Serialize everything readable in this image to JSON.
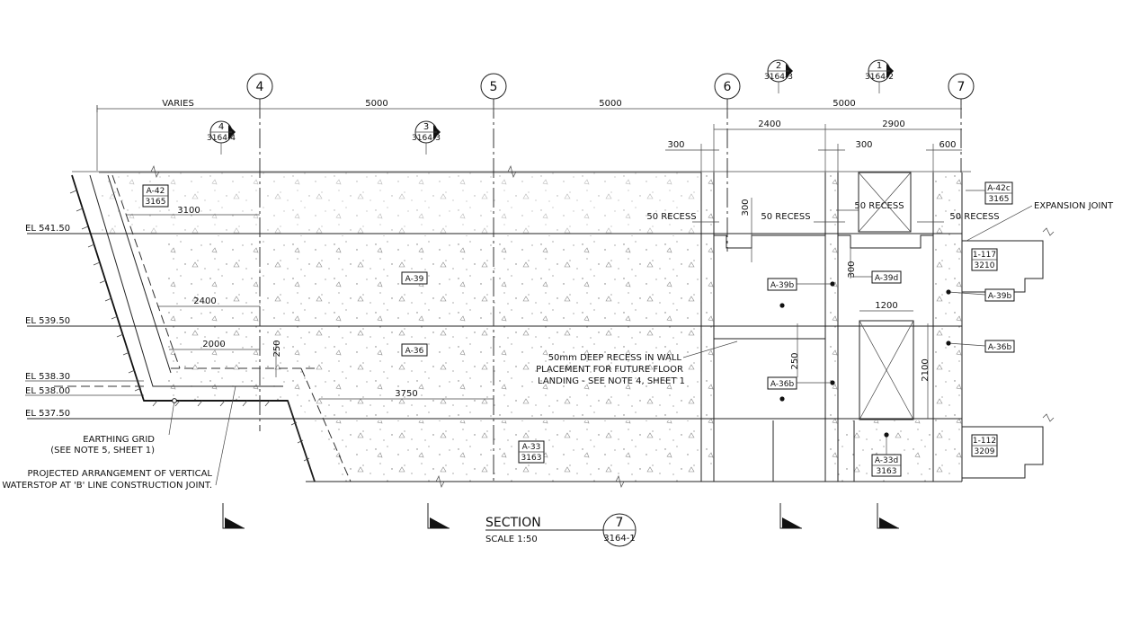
{
  "grid_bubbles": [
    "4",
    "5",
    "6",
    "7"
  ],
  "detail_markers": [
    {
      "num": "4",
      "ref": "3164-4"
    },
    {
      "num": "3",
      "ref": "3164-3"
    },
    {
      "num": "2",
      "ref": "3164-3"
    },
    {
      "num": "1",
      "ref": "3164-2"
    }
  ],
  "dimensions": {
    "varies": "VARIES",
    "d5000a": "5000",
    "d5000b": "5000",
    "d5000c": "5000",
    "d2400top": "2400",
    "d2900": "2900",
    "d300a": "300",
    "d300b": "300",
    "d600": "600",
    "d3100": "3100",
    "d2400": "2400",
    "d2000": "2000",
    "d250a": "250",
    "d3750": "3750",
    "d300v": "300",
    "d300v2": "300",
    "d250b": "250",
    "d1200": "1200",
    "d2100": "2100"
  },
  "recess_labels": [
    "50 RECESS",
    "50 RECESS",
    "50 RECESS",
    "50 RECESS"
  ],
  "elevations": [
    "EL 541.50",
    "EL 539.50",
    "EL 538.30",
    "EL 538.00",
    "EL 537.50"
  ],
  "tags": {
    "a42": [
      "A-42",
      "3165"
    ],
    "a39": "A-39",
    "a36": "A-36",
    "a33": [
      "A-33",
      "3163"
    ],
    "a39b_1": "A-39b",
    "a36b_1": "A-36b",
    "a39d": "A-39d",
    "a33d": [
      "A-33d",
      "3163"
    ],
    "a42c": [
      "A-42c",
      "3165"
    ],
    "r1117": [
      "1-117",
      "3210"
    ],
    "r1112": [
      "1-112",
      "3209"
    ],
    "a39b_2": "A-39b",
    "a36b_2": "A-36b"
  },
  "notes": {
    "expansion": "EXPANSION JOINT",
    "recess_note": [
      "50mm DEEP RECESS IN WALL",
      "PLACEMENT FOR FUTURE FLOOR",
      "LANDING - SEE NOTE 4, SHEET 1"
    ],
    "earthing": [
      "EARTHING GRID",
      "(SEE NOTE 5, SHEET 1)"
    ],
    "waterstop": [
      "PROJECTED ARRANGEMENT OF VERTICAL",
      "WATERSTOP AT 'B' LINE CONSTRUCTION JOINT."
    ]
  },
  "title": {
    "section": "SECTION",
    "scale": "SCALE 1:50",
    "num": "7",
    "ref": "3164-1"
  }
}
